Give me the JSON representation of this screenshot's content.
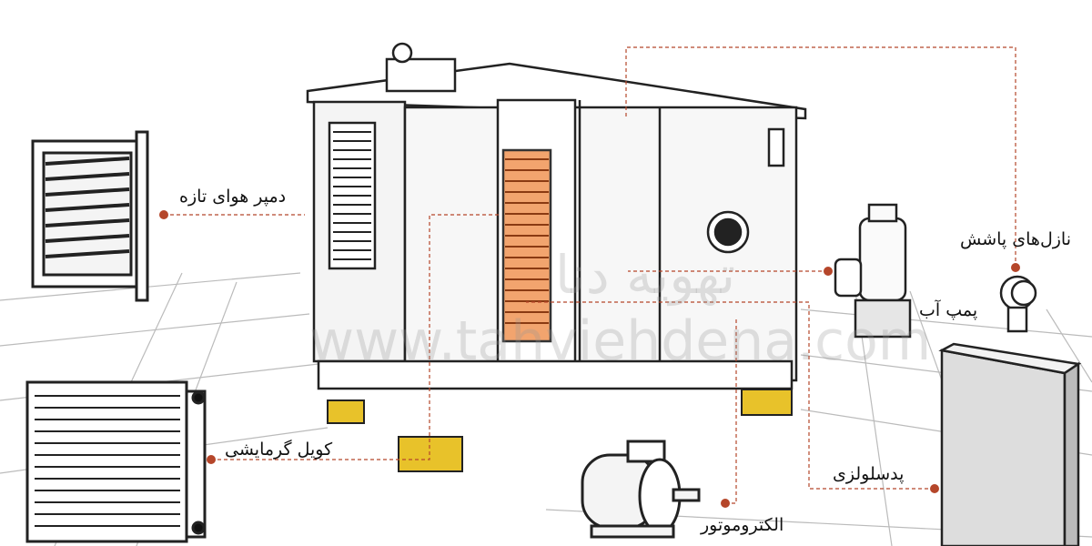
{
  "labels": {
    "fresh_air_damper": "دمپر هوای تازه",
    "heating_coil": "کویل گرمایشی",
    "electromotor": "الکتروموتور",
    "cellulose_pad": "پدسلولزی",
    "water_pump": "پمپ آب",
    "spray_nozzles": "نازل‌های پاشش"
  },
  "watermark": {
    "brand": "تهویه دنا",
    "url": "www.tahviehdena.com"
  },
  "colors": {
    "callout": "#b5462a",
    "copper": "#d9773a",
    "support": "#e8c22a",
    "line": "#222222"
  }
}
